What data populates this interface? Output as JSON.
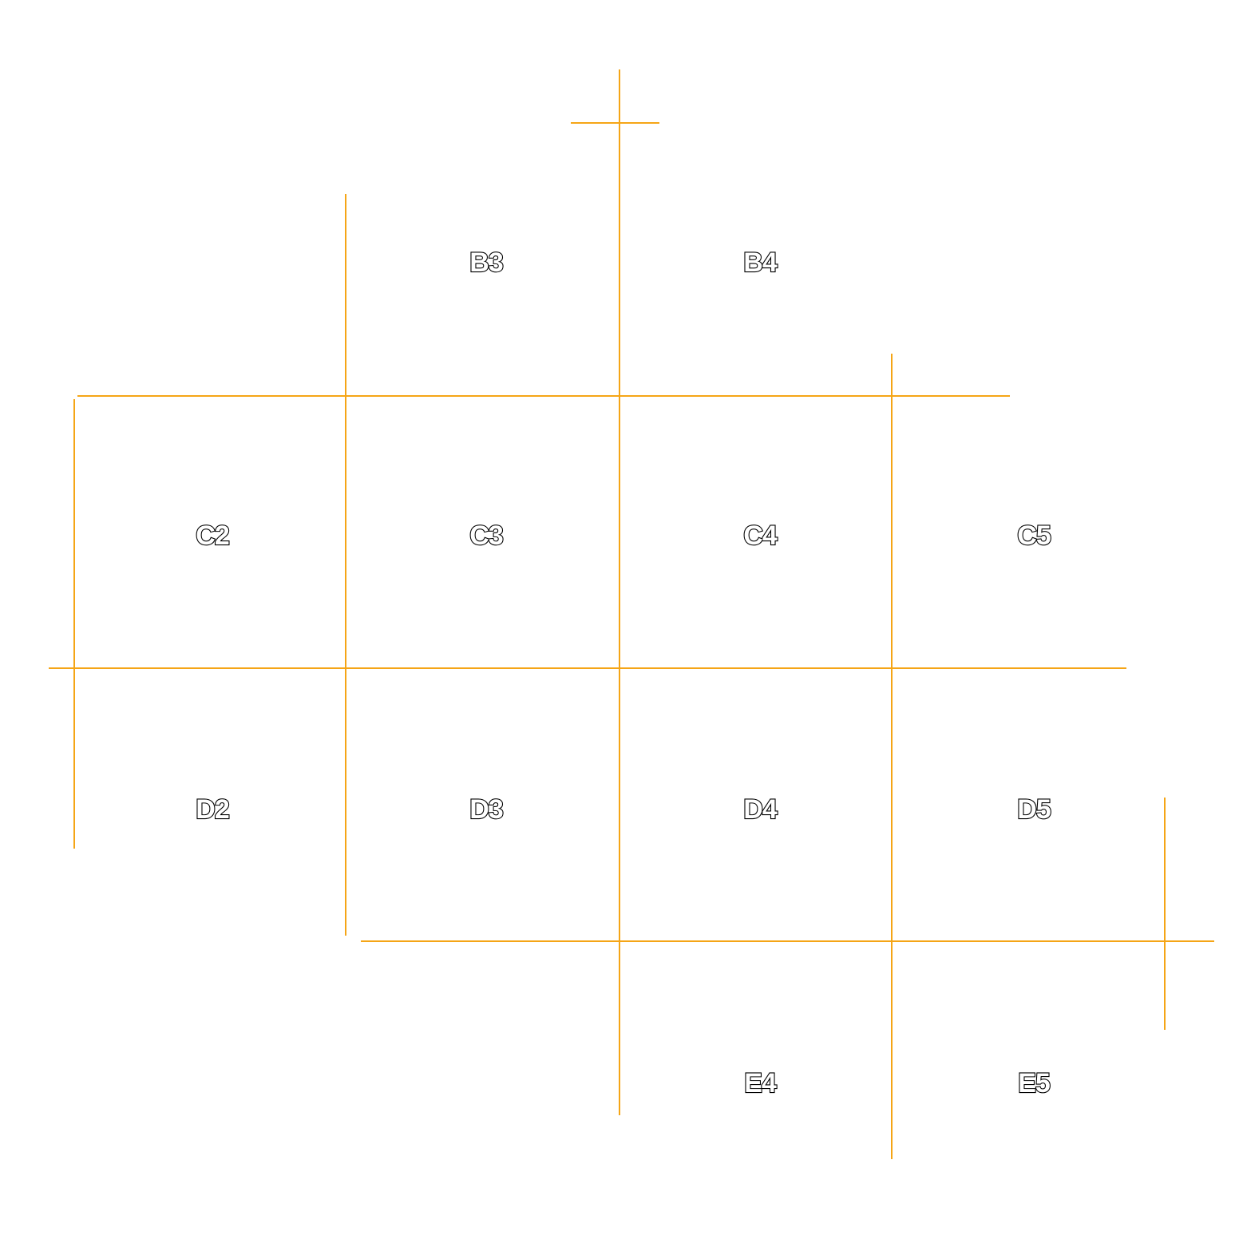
{
  "grid": {
    "line_color": "#F5A516",
    "background": "#FFFFFF",
    "label_fill": "#FFFFFF",
    "label_outline": "#000000"
  },
  "cells": [
    {
      "id": "B3",
      "label": "B3"
    },
    {
      "id": "B4",
      "label": "B4"
    },
    {
      "id": "C2",
      "label": "C2"
    },
    {
      "id": "C3",
      "label": "C3"
    },
    {
      "id": "C4",
      "label": "C4"
    },
    {
      "id": "C5",
      "label": "C5"
    },
    {
      "id": "D2",
      "label": "D2"
    },
    {
      "id": "D3",
      "label": "D3"
    },
    {
      "id": "D4",
      "label": "D4"
    },
    {
      "id": "D5",
      "label": "D5"
    },
    {
      "id": "E4",
      "label": "E4"
    },
    {
      "id": "E5",
      "label": "E5"
    }
  ]
}
